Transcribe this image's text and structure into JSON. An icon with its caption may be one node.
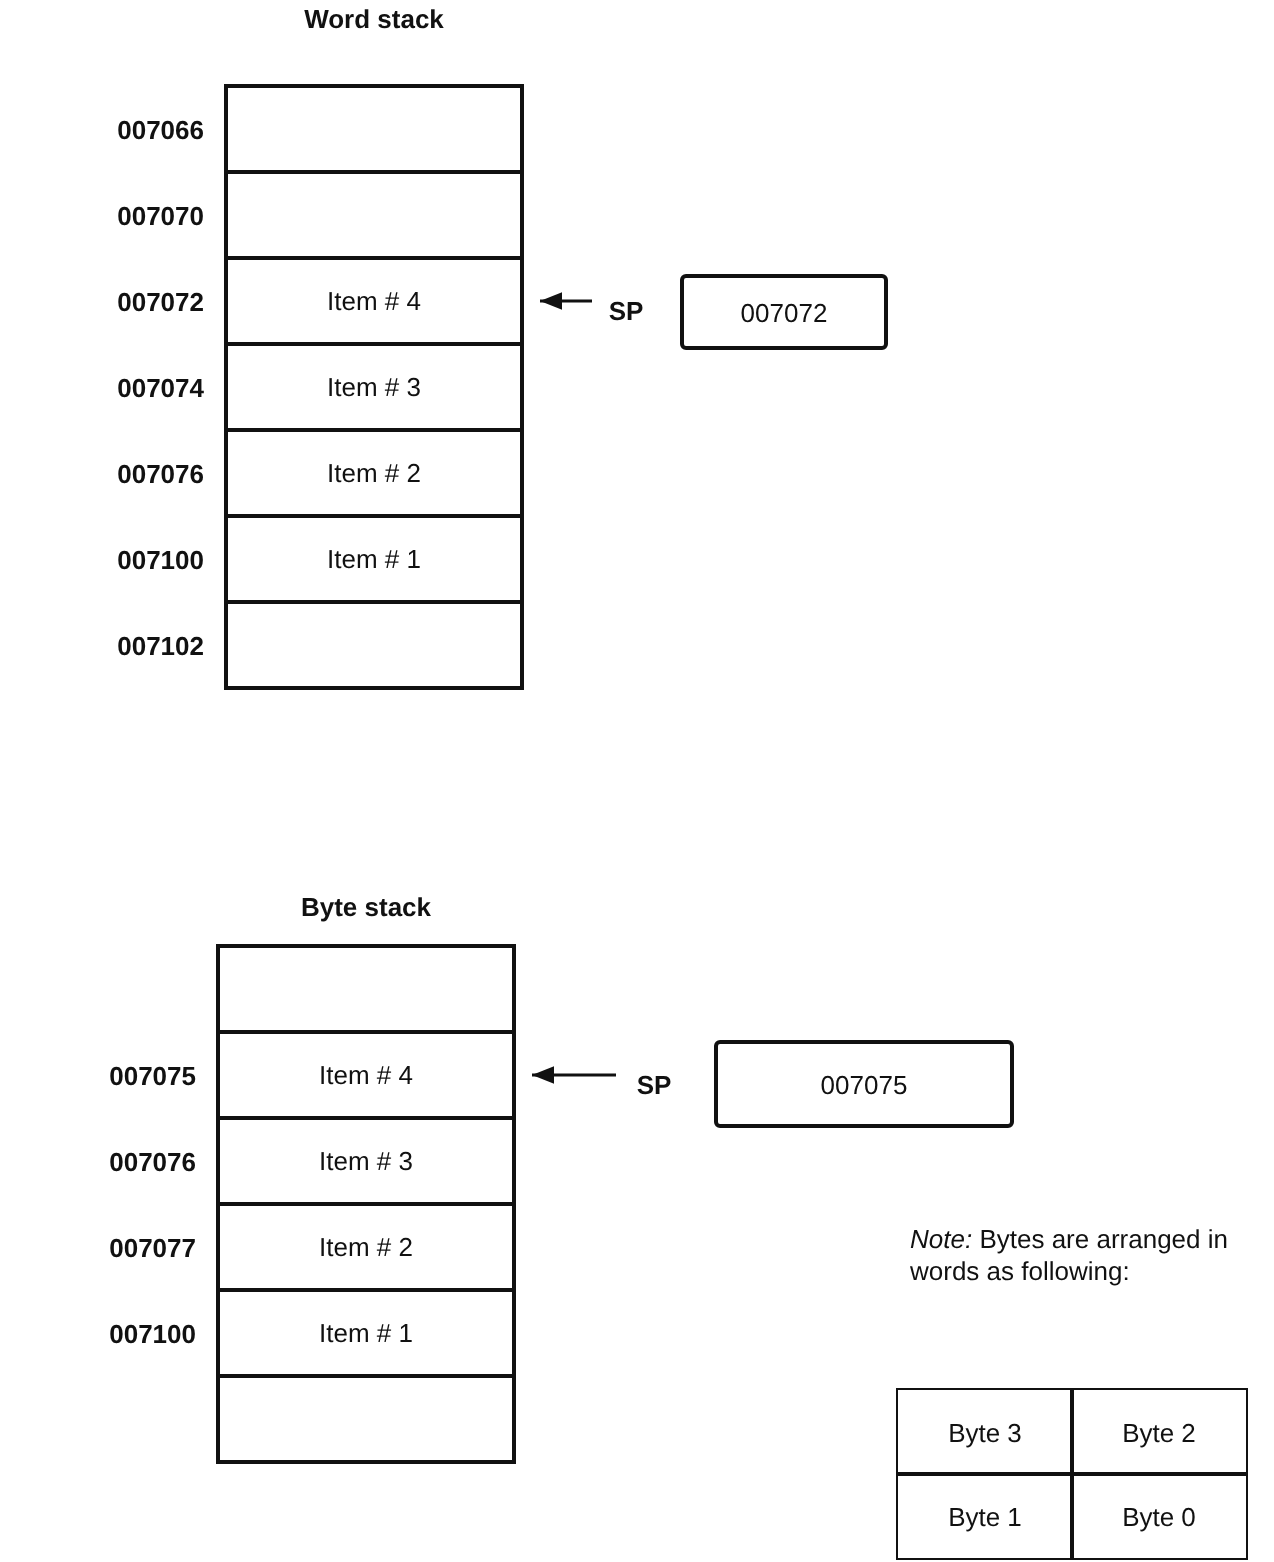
{
  "diagram": {
    "nodes": [
      {
        "text": [
          "Word stack"
        ]
      },
      {
        "text": [],
        "shape": "box",
        "in": 0,
        "beside": [
          "007066"
        ]
      },
      {
        "text": [],
        "shape": "box",
        "in": 0,
        "beside": [
          "007070"
        ]
      },
      {
        "text": [
          "Item # 4"
        ],
        "in": 0,
        "beside": [
          "007072"
        ]
      },
      {
        "text": [
          "Item # 3"
        ],
        "in": 0,
        "beside": [
          "007074"
        ]
      },
      {
        "text": [
          "Item # 2"
        ],
        "in": 0,
        "beside": [
          "007076"
        ]
      },
      {
        "text": [
          "Item # 1"
        ],
        "in": 0,
        "beside": [
          "007100"
        ]
      },
      {
        "text": [],
        "shape": "box",
        "in": 0,
        "beside": [
          "007102"
        ]
      },
      {
        "text": [
          "SP"
        ]
      },
      {
        "text": [
          "007072"
        ]
      },
      {
        "text": [
          "Byte stack"
        ]
      },
      {
        "text": [],
        "shape": "box",
        "in": 10
      },
      {
        "text": [
          "Item # 4"
        ],
        "in": 10,
        "beside": [
          "007075"
        ]
      },
      {
        "text": [
          "Item # 3"
        ],
        "in": 10,
        "beside": [
          "007076"
        ]
      },
      {
        "text": [
          "Item # 2"
        ],
        "in": 10,
        "beside": [
          "007077"
        ]
      },
      {
        "text": [
          "Item # 1"
        ],
        "in": 10,
        "beside": [
          "007100"
        ]
      },
      {
        "text": [],
        "shape": "box",
        "in": 10
      },
      {
        "text": [
          "SP"
        ]
      },
      {
        "text": [
          "007075"
        ]
      }
    ],
    "edges": [
      {
        "from": 8,
        "to": 3,
        "arrow": "to"
      },
      {
        "from": 17,
        "to": 12,
        "arrow": "to"
      }
    ],
    "labels": [
      "*Note:* Bytes are arranged in words as following:",
      "Byte 3",
      "Byte 2",
      "Byte 1",
      "Byte 0"
    ]
  }
}
